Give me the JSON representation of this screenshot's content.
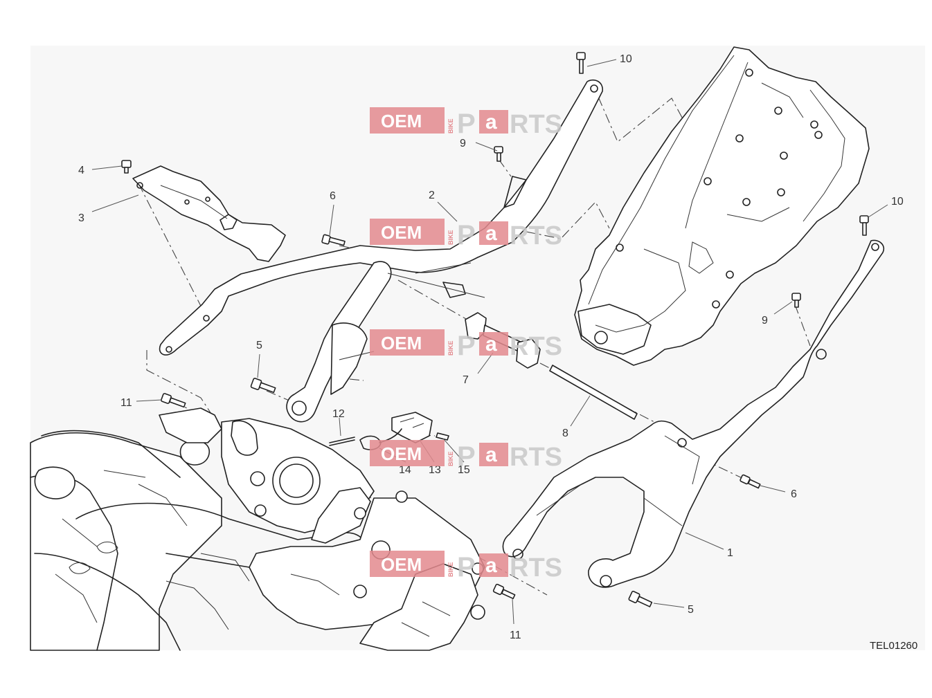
{
  "diagram": {
    "document_id": "TEL01260",
    "callouts": [
      "10",
      "9",
      "4",
      "3",
      "2",
      "6",
      "10",
      "9",
      "5",
      "7",
      "8",
      "11",
      "12",
      "14",
      "13",
      "15",
      "6",
      "1",
      "5",
      "11"
    ]
  },
  "watermark": {
    "oem": "OEM",
    "bike": "BIKE",
    "p": "P",
    "a": "a",
    "rts": "RTS",
    "color": "#e3898e"
  }
}
